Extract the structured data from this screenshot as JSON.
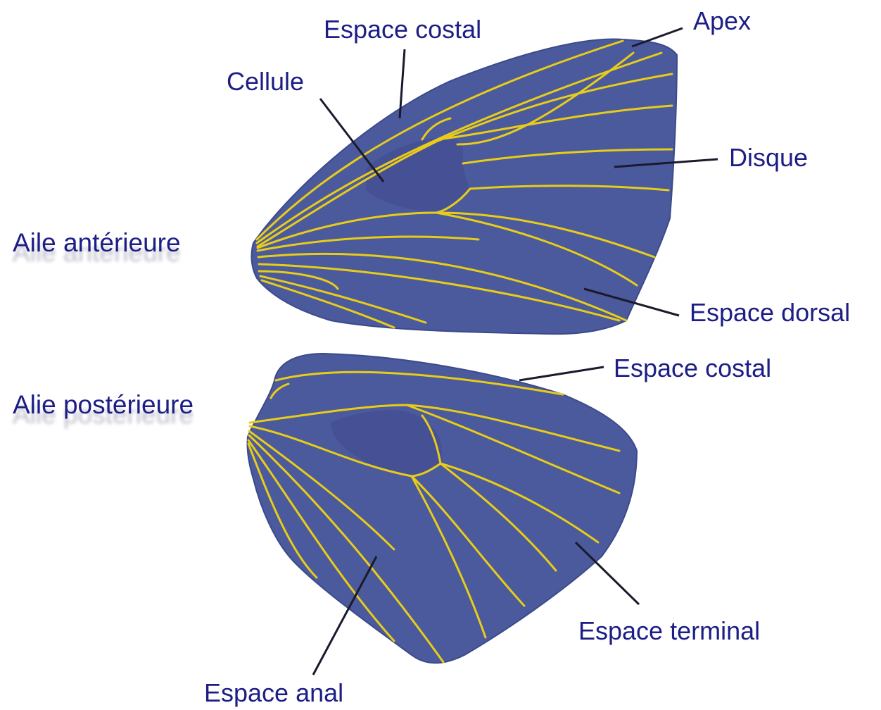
{
  "colors": {
    "wing_fill": "#4a5a9c",
    "wing_edge": "#3c4a8a",
    "vein": "#e8cc1a",
    "cell": "#465094",
    "label_text": "#1c1e86",
    "leader_line": "#1a1a2e",
    "background": "#ffffff"
  },
  "labels": {
    "aile_anterieure": "Aile antérieure",
    "alie_posterieure": "Alie postérieure",
    "espace_costal_top": "Espace costal",
    "apex": "Apex",
    "cellule": "Cellule",
    "disque": "Disque",
    "espace_dorsal": "Espace dorsal",
    "espace_costal_bottom": "Espace costal",
    "espace_terminal": "Espace terminal",
    "espace_anal": "Espace anal"
  }
}
